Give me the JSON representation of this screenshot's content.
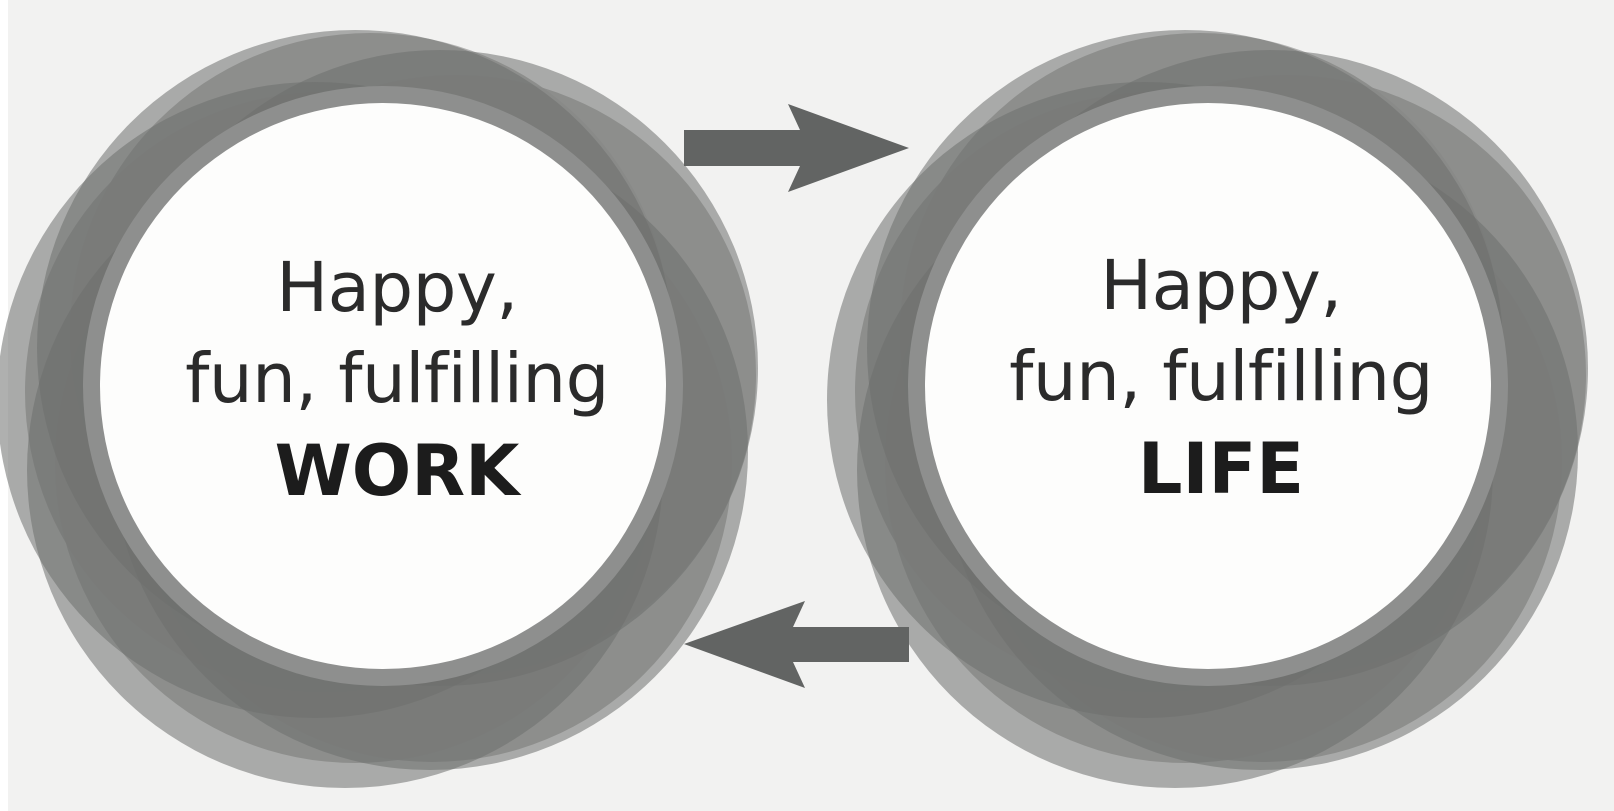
{
  "colors": {
    "background": "#f2f2f1",
    "petal_light": "#a8a8a7",
    "petal_dark": "#6e6f6e",
    "ring": "#8e8f8e",
    "center": "#fdfdfc",
    "arrow": "#626463"
  },
  "nodes": [
    {
      "id": "work",
      "line1": "Happy,",
      "line2": "fun, fulfilling",
      "keyword": "WORK"
    },
    {
      "id": "life",
      "line1": "Happy,",
      "line2": "fun, fulfilling",
      "keyword": "LIFE"
    }
  ],
  "edges": [
    {
      "from": "work",
      "to": "life",
      "direction": "right"
    },
    {
      "from": "life",
      "to": "work",
      "direction": "left"
    }
  ]
}
